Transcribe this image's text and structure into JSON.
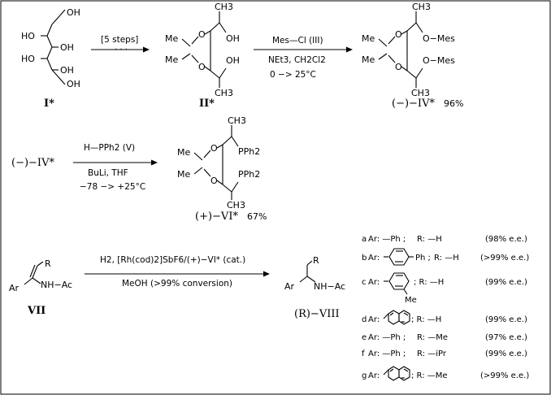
{
  "compounds": {
    "I": {
      "label": "I*",
      "groups": [
        "OH",
        "HO",
        "OH",
        "HO",
        "OH",
        "OH"
      ]
    },
    "II": {
      "label": "II*",
      "groups": [
        "Me",
        "Me",
        "CH3",
        "OH",
        "OH",
        "CH3"
      ]
    },
    "IV": {
      "label": "(−)−IV*",
      "yield": "96%",
      "groups": [
        "Me",
        "Me",
        "CH3",
        "O−Mes",
        "O−Mes",
        "CH3"
      ]
    },
    "IV_start": {
      "label": "(−)−IV*"
    },
    "VI": {
      "label": "(+)−VI*",
      "yield": "67%",
      "groups": [
        "Me",
        "Me",
        "CH3",
        "PPh2",
        "PPh2",
        "CH3"
      ]
    },
    "VII": {
      "label": "VII",
      "groups": [
        "R",
        "Ar",
        "NH−Ac"
      ]
    },
    "VIII": {
      "label": "(R)−VIII",
      "groups": [
        "R",
        "Ar",
        "NH−Ac"
      ]
    }
  },
  "arrows": {
    "a1": {
      "top": "[5 steps]",
      "below": "· · ·"
    },
    "a2": {
      "top": "Mes—Cl  (III)",
      "mid": "NEt3,  CH2Cl2",
      "bot": "0  −>  25°C"
    },
    "a3": {
      "top": "H—PPh2  (V)",
      "mid": "BuLi,  THF",
      "bot": "−78  −>  +25°C"
    },
    "a4": {
      "top": "H2,  [Rh(cod)2]SbF6/(+)−VI* (cat.)",
      "bot": "MeOH  (>99% conversion)"
    }
  },
  "substrates": [
    {
      "letter": "a",
      "ar": "Ar:  —Ph ;",
      "r": "R:  —H",
      "ee": "(98% e.e.)"
    },
    {
      "letter": "b",
      "ar": "Ar:",
      "ar_tail": "Ph ;",
      "r": "R: —H",
      "ee": "(>99% e.e.)"
    },
    {
      "letter": "c",
      "ar": "Ar:",
      "me": "Me",
      "r": "; R: —H",
      "ee": "(99% e.e.)"
    },
    {
      "letter": "d",
      "ar": "Ar:",
      "r": "; R: —H",
      "ee": "(99% e.e.)"
    },
    {
      "letter": "e",
      "ar": "Ar:  —Ph ;",
      "r": "R:  —Me",
      "ee": "(97% e.e.)"
    },
    {
      "letter": "f",
      "ar": "Ar:  —Ph ;",
      "r": "R:  —iPr",
      "ee": "(99% e.e.)"
    },
    {
      "letter": "g",
      "ar": "Ar:",
      "r": "; R:  —Me",
      "ee": "(>99% e.e.)"
    }
  ]
}
